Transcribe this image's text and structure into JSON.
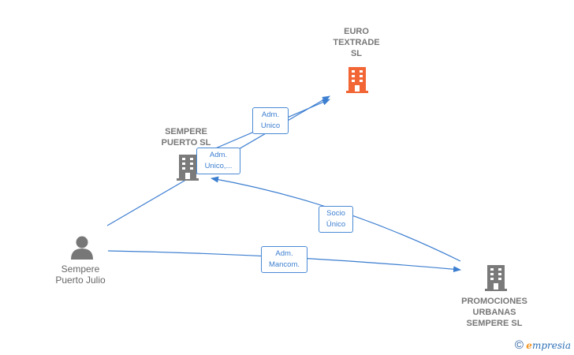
{
  "nodes": {
    "euro_textrade": {
      "label": "EURO\nTEXTRADE\nSL",
      "color": "#f26535"
    },
    "sempere_puerto_sl": {
      "label": "SEMPERE\nPUERTO SL",
      "color": "#7a7a7a"
    },
    "sempere_puerto_julio": {
      "label": "Sempere\nPuerto Julio",
      "color": "#777777"
    },
    "promociones": {
      "label": "PROMOCIONES\nURBANAS\nSEMPERE SL",
      "color": "#7a7a7a"
    }
  },
  "edges": {
    "adm_unico_1": "Adm.\nUnico",
    "adm_unico_2": "Adm.\nUnico,...",
    "socio_unico": "Socio\nÚnico",
    "adm_mancom": "Adm.\nMancom."
  },
  "colors": {
    "edge": "#3c7ed0"
  },
  "watermark": {
    "symbol": "©",
    "brand_initial": "e",
    "brand_rest": "mpresia"
  }
}
